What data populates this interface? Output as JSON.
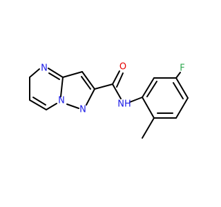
{
  "molecule": {
    "atoms": {
      "n_pyrimidine": "N",
      "n_bridge": "N",
      "n_pyrazole": "N",
      "o_carbonyl": "O",
      "nh_amide": "NH",
      "f": "F"
    },
    "colors": {
      "bond": "#000000",
      "nitrogen": "#1a1ae6",
      "oxygen": "#e60000",
      "fluorine": "#2fa84f"
    }
  }
}
